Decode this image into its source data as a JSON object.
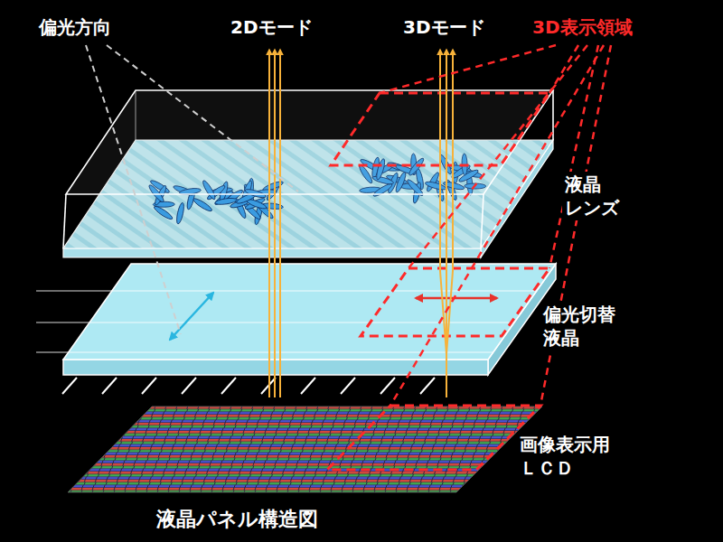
{
  "diagram": {
    "caption": "液晶パネル構造図",
    "labels": [
      "偏光方向",
      "2Dモード",
      "3Dモード",
      "3D表示領域",
      "液晶 レンズ",
      "偏光切替 液晶",
      "画像表示用 ＬＣＤ"
    ]
  }
}
